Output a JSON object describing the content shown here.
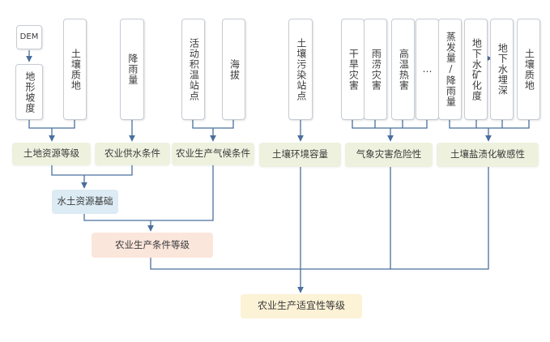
{
  "sources": {
    "dem": "DEM",
    "slope": "地形坡度",
    "soil_quality": "土壤质地",
    "rainfall": "降雨量",
    "accumulated_temp_station": "活动积温站点",
    "altitude": "海拔",
    "soil_pollution_station": "土壤污染站点",
    "drought": "干旱灾害",
    "flood": "雨涝灾害",
    "heat": "高温热害",
    "more": "…",
    "evap_ratio": "蒸发量/降雨量",
    "groundwater_mineral": "地下水矿化度",
    "groundwater_depth": "地下水埋深",
    "soil_texture": "土壤质地"
  },
  "mid": {
    "land_resource_grade": "土地资源等级",
    "agri_water_supply": "农业供水条件",
    "agri_climate": "农业生产气候条件",
    "soil_env_capacity": "土壤环境容量",
    "meteo_hazard": "气象灾害危险性",
    "soil_salinization": "土壤盐渍化敏感性"
  },
  "water_soil_base": "水土资源基础",
  "agri_condition_grade": "农业生产条件等级",
  "final": "农业生产适宜性等级",
  "colors": {
    "line": "#4a6f9c",
    "mid_fill": "#eef1de",
    "water_fill": "#dcebf4",
    "cond_fill": "#fbe6dc",
    "final_fill": "#fcf2d6"
  }
}
